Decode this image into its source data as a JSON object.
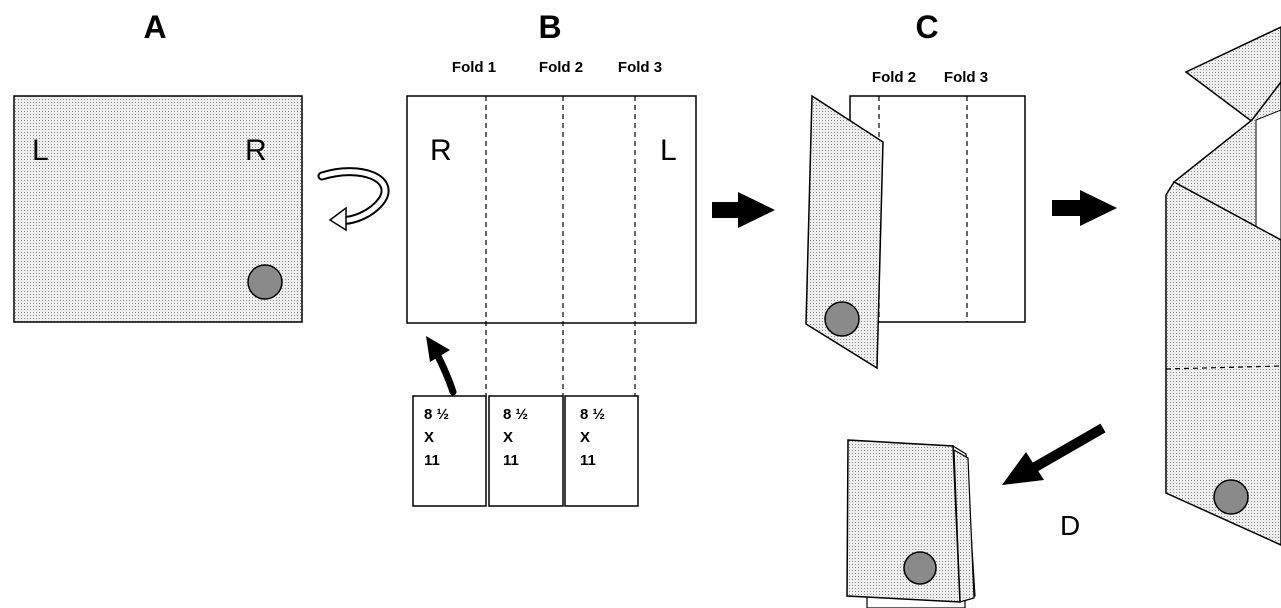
{
  "panels": {
    "a": {
      "label": "A",
      "left_mark": "L",
      "right_mark": "R"
    },
    "b": {
      "label": "B",
      "left_mark": "R",
      "right_mark": "L",
      "fold_labels": [
        "Fold 1",
        "Fold 2",
        "Fold 3"
      ],
      "papers": [
        {
          "size": "8 ½",
          "x": "X",
          "h": "11"
        },
        {
          "size": "8 ½",
          "x": "X",
          "h": "11"
        },
        {
          "size": "8 ½",
          "x": "X",
          "h": "11"
        }
      ]
    },
    "c": {
      "label": "C",
      "fold_labels": [
        "Fold 2",
        "Fold 3"
      ]
    },
    "d": {
      "label": "D"
    }
  },
  "colors": {
    "shading": "#e6e6e6",
    "dot": "#888888",
    "stroke": "#000000"
  }
}
